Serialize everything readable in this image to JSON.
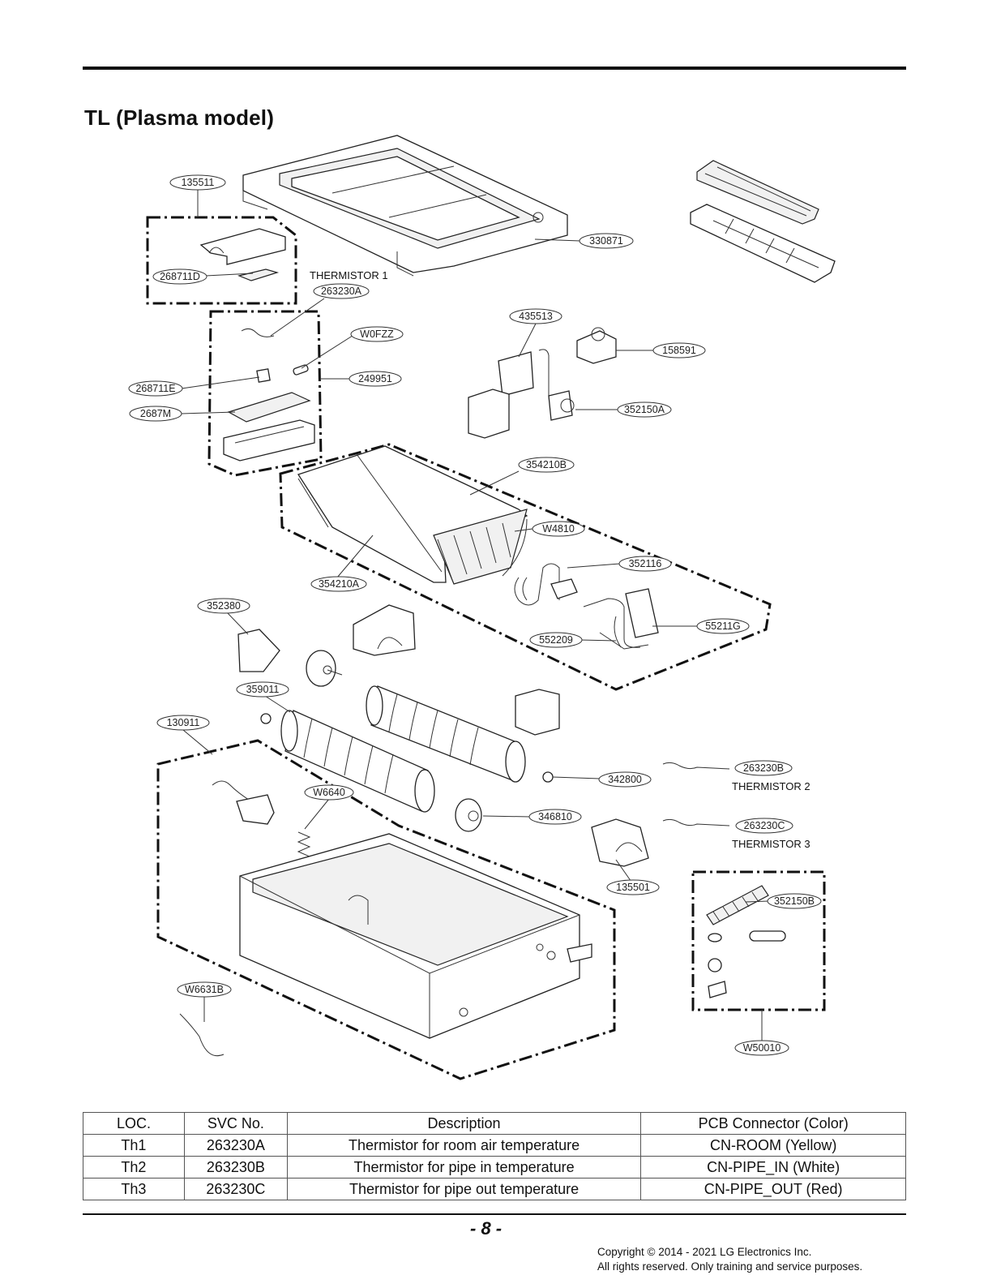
{
  "title": "TL (Plasma model)",
  "part_labels": [
    {
      "id": "135511",
      "text": "135511"
    },
    {
      "id": "268711D",
      "text": "268711D"
    },
    {
      "id": "330871",
      "text": "330871"
    },
    {
      "id": "263230A",
      "text": "263230A"
    },
    {
      "id": "W0FZZ",
      "text": "W0FZZ"
    },
    {
      "id": "249951",
      "text": "249951"
    },
    {
      "id": "268711E",
      "text": "268711E"
    },
    {
      "id": "2687M",
      "text": "2687M"
    },
    {
      "id": "435513",
      "text": "435513"
    },
    {
      "id": "158591",
      "text": "158591"
    },
    {
      "id": "352150A",
      "text": "352150A"
    },
    {
      "id": "354210B",
      "text": "354210B"
    },
    {
      "id": "W4810",
      "text": "W4810"
    },
    {
      "id": "352116",
      "text": "352116"
    },
    {
      "id": "354210A",
      "text": "354210A"
    },
    {
      "id": "352380",
      "text": "352380"
    },
    {
      "id": "552209",
      "text": "552209"
    },
    {
      "id": "55211G",
      "text": "55211G"
    },
    {
      "id": "359011",
      "text": "359011"
    },
    {
      "id": "130911",
      "text": "130911"
    },
    {
      "id": "263230B",
      "text": "263230B"
    },
    {
      "id": "342800",
      "text": "342800"
    },
    {
      "id": "W6640",
      "text": "W6640"
    },
    {
      "id": "346810",
      "text": "346810"
    },
    {
      "id": "263230C",
      "text": "263230C"
    },
    {
      "id": "135501",
      "text": "135501"
    },
    {
      "id": "352150B",
      "text": "352150B"
    },
    {
      "id": "W6631B",
      "text": "W6631B"
    },
    {
      "id": "W50010",
      "text": "W50010"
    }
  ],
  "thermistor_labels": {
    "th1": "THERMISTOR 1",
    "th2": "THERMISTOR 2",
    "th3": "THERMISTOR 3"
  },
  "table": {
    "headers": [
      "LOC.",
      "SVC No.",
      "Description",
      "PCB Connector (Color)"
    ],
    "rows": [
      [
        "Th1",
        "263230A",
        "Thermistor for room air temperature",
        "CN-ROOM (Yellow)"
      ],
      [
        "Th2",
        "263230B",
        "Thermistor for pipe in temperature",
        "CN-PIPE_IN (White)"
      ],
      [
        "Th3",
        "263230C",
        "Thermistor for pipe out temperature",
        "CN-PIPE_OUT (Red)"
      ]
    ]
  },
  "page_number": "- 8 -",
  "copyright": {
    "line1": "Copyright © 2014 - 2021 LG Electronics Inc.",
    "line2": "All rights reserved. Only training and service purposes."
  }
}
